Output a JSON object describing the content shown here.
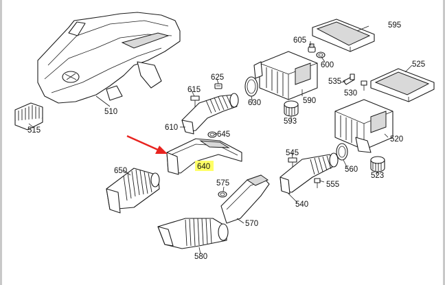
{
  "diagram": {
    "labels": {
      "p510": "510",
      "p515": "515",
      "p595": "595",
      "p605": "605",
      "p600": "600",
      "p525": "525",
      "p535": "535",
      "p530": "530",
      "p625": "625",
      "p615": "615",
      "p630": "630",
      "p590": "590",
      "p593": "593",
      "p610": "610",
      "p645": "645",
      "p520": "520",
      "p640": "640",
      "p650": "650",
      "p545": "545",
      "p560": "560",
      "p555": "555",
      "p523": "523",
      "p575": "575",
      "p540": "540",
      "p570": "570",
      "p580": "580"
    },
    "highlight_color": "#ffff66",
    "arrow_color": "#e8231f"
  }
}
